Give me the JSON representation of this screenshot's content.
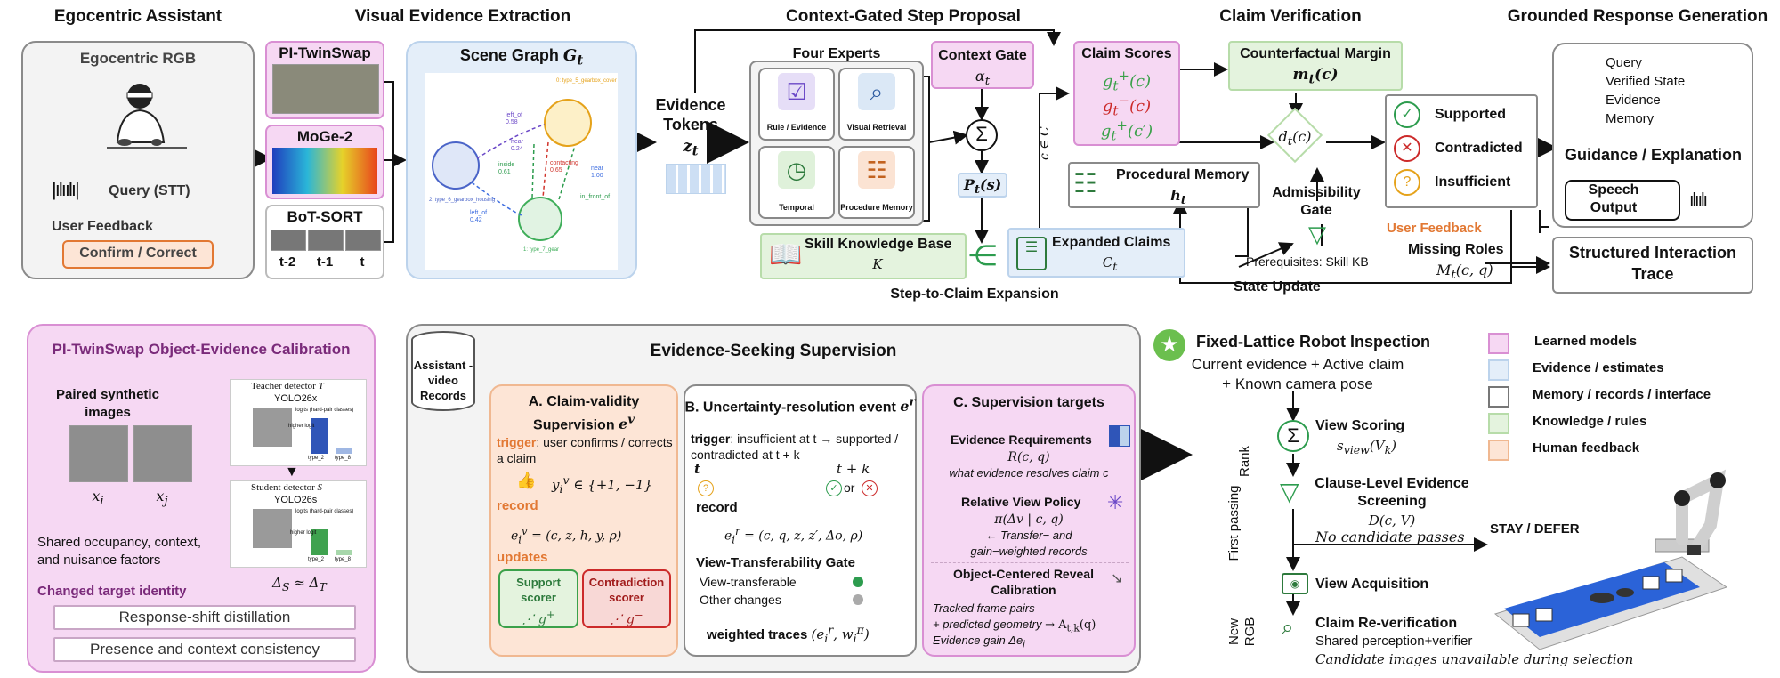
{
  "headers": {
    "ego": "Egocentric Assistant",
    "vee": "Visual Evidence Extraction",
    "csp": "Context-Gated Step Proposal",
    "cv": "Claim Verification",
    "grg": "Grounded Response Generation"
  },
  "ego": {
    "rgb": "Egocentric RGB",
    "query": "Query (STT)",
    "feedback": "User Feedback",
    "confirm": "Confirm / Correct"
  },
  "vee": {
    "twinswap": "PI-TwinSwap",
    "moge": "MoGe-2",
    "botsort": "BoT-SORT",
    "t2": "t-2",
    "t1": "t-1",
    "t0": "t",
    "scene_graph": "Scene Graph",
    "scene_graph_sym": "G",
    "scene_graph_sub": "t",
    "edges": [
      "left_of",
      "near",
      "inside",
      "contacting",
      "near",
      "in_front_of",
      "left_of"
    ],
    "edge_vals": [
      "0.58",
      "0.24",
      "0.61",
      "0.65",
      "1.00",
      "0.42"
    ],
    "nodes": [
      "0: type_5_gearbox_cover",
      "2: type_6_gearbox_housing",
      "1: type_7_gear"
    ]
  },
  "csp": {
    "evidence": "Evidence",
    "tokens": "Tokens",
    "z": "z",
    "z_sub": "t",
    "four_experts": "Four Experts",
    "experts": [
      "Rule / Evidence",
      "Visual Retrieval",
      "Temporal",
      "Procedure Memory"
    ],
    "context_gate": "Context Gate",
    "alpha": "α",
    "alpha_sub": "t",
    "sum": "Σ",
    "p": "P",
    "p_arg": "(s)",
    "skill_kb": "Skill Knowledge Base",
    "skill_k": "K",
    "expanded": "Expanded Claims",
    "expanded_c": "C",
    "step_to_claim": "Step-to-Claim Expansion",
    "c_in": "c ∈ C"
  },
  "cv": {
    "claim_scores": "Claim Scores",
    "g1": "g",
    "g1_tail": "(c)",
    "g2": "g",
    "g2_tail": "(c)",
    "g3": "g",
    "g3_tail": "(c′)",
    "counterfactual": "Counterfactual Margin",
    "m": "m",
    "m_tail": "(c)",
    "d": "d",
    "d_tail": "(c)",
    "procedural": "Procedural Memory",
    "h": "h",
    "admissibility": "Admissibility",
    "gate": "Gate",
    "prereq": "Prerequisites: Skill KB",
    "state_update": "State Update"
  },
  "grg": {
    "supported": "Supported",
    "contradicted": "Contradicted",
    "insufficient": "Insufficient",
    "query_lines": [
      "Query",
      "Verified State",
      "Evidence",
      "Memory"
    ],
    "guidance": "Guidance / Explanation",
    "speech": "Speech Output",
    "user_feedback": "User Feedback",
    "missing_roles": "Missing Roles",
    "mt": "M",
    "mt_tail": "(c, q)",
    "structured": "Structured Interaction Trace"
  },
  "calib": {
    "title": "PI-TwinSwap Object-Evidence Calibration",
    "paired": "Paired synthetic images",
    "xi": "x",
    "xj": "x",
    "teacher": "Teacher detector",
    "teacher_model": "YOLO26x",
    "student": "Student detector",
    "student_model": "YOLO26s",
    "logits": "logits (hard-pair classes)",
    "higher_logit": "higher logit",
    "type2": "type_2",
    "type8": "type_8",
    "shared": "Shared occupancy, context, and nuisance factors",
    "changed": "Changed target identity",
    "delta": "Δ",
    "btn1": "Response-shift distillation",
    "btn2": "Presence and context consistency"
  },
  "ess": {
    "title": "Evidence-Seeking Supervision",
    "records": "Assistant -video Records",
    "a_title": "A. Claim-validity Supervision",
    "a_trigger": "trigger",
    "a_trigger_text": ": user confirms / corrects a claim",
    "a_y": "∈ {+1, −1}",
    "a_record": "record",
    "a_e": "= (c, z, h, y, ρ)",
    "a_updates": "updates",
    "a_support": "Support scorer",
    "a_contra": "Contradiction scorer",
    "b_title": "B. Uncertainty-resolution event",
    "b_trigger": "trigger",
    "b_trigger_text": ": insufficient at t → supported / contradicted at t + k",
    "b_t": "t",
    "b_tk": "t + k",
    "b_or": "or",
    "b_record": "record",
    "b_e": "= (c, q, z, z′, Δo, ρ)",
    "b_gate": "View-Transferability Gate",
    "b_transferable": "View-transferable",
    "b_other": "Other changes",
    "b_weighted": "weighted traces",
    "c_title": "C. Supervision targets",
    "c_req": "Evidence Requirements",
    "c_req_math": "R(c, q)",
    "c_req_text": "what evidence resolves claim c",
    "c_rvp": "Relative View Policy",
    "c_rvp_math": "π(Δv | c, q)",
    "c_rvp_text1": "← Transfer− and",
    "c_rvp_text2": "gain−weighted records",
    "c_ocr": "Object-Centered Reveal Calibration",
    "c_ocr_text1": "Tracked frame pairs",
    "c_ocr_text2": "+ predicted geometry",
    "c_ocr_text3": "Evidence gain Δe"
  },
  "robot": {
    "title": "Fixed-Lattice Robot Inspection",
    "line1": "Current evidence + Active claim",
    "line2": "+ Known camera pose",
    "rank": "Rank",
    "first": "First passing",
    "new_rgb": "New RGB",
    "view_scoring": "View Scoring",
    "s_view": "s",
    "clause": "Clause-Level Evidence Screening",
    "d_cv": "D(c, V)",
    "no_cand": "No candidate passes",
    "stay": "STAY / DEFER",
    "view_acq": "View Acquisition",
    "reverify": "Claim Re-verification",
    "shared": "Shared perception+verifier",
    "unavailable": "Candidate images unavailable during selection"
  },
  "legend": [
    {
      "label": "Learned models",
      "color": "#f6d8f3",
      "border": "#d98fd3"
    },
    {
      "label": "Evidence / estimates",
      "color": "#e4eef9",
      "border": "#bcd3ec"
    },
    {
      "label": "Memory / records / interface",
      "color": "#ffffff",
      "border": "#777777"
    },
    {
      "label": "Knowledge / rules",
      "color": "#e4f3de",
      "border": "#b7dca9"
    },
    {
      "label": "Human feedback",
      "color": "#fde5d6",
      "border": "#f0b891"
    }
  ]
}
